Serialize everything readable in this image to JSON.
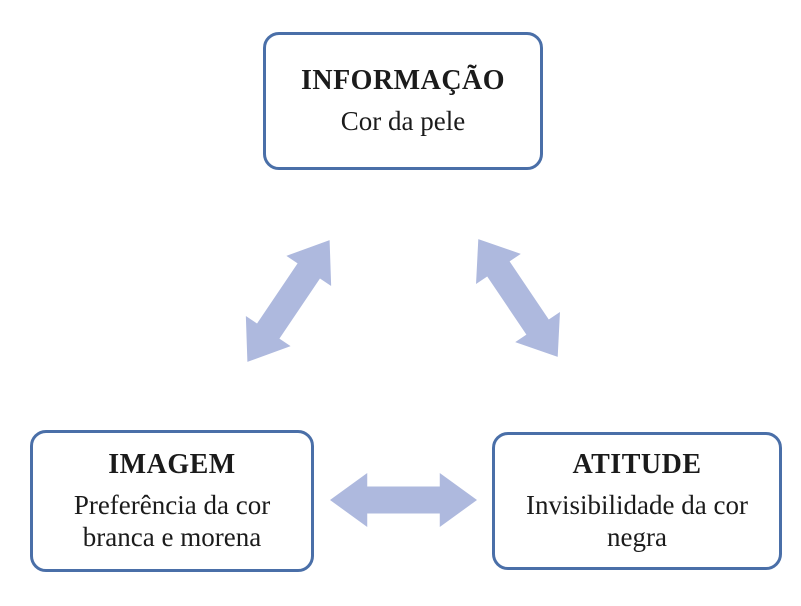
{
  "diagram": {
    "nodes": [
      {
        "id": "informacao",
        "title": "INFORMAÇÃO",
        "subtitle": "Cor da pele"
      },
      {
        "id": "imagem",
        "title": "IMAGEM",
        "subtitle": "Preferência da cor branca e morena"
      },
      {
        "id": "atitude",
        "title": "ATITUDE",
        "subtitle": "Invisibilidade da cor negra"
      }
    ],
    "connections": [
      {
        "from": "imagem",
        "to": "informacao",
        "type": "bidirectional"
      },
      {
        "from": "informacao",
        "to": "atitude",
        "type": "bidirectional"
      },
      {
        "from": "imagem",
        "to": "atitude",
        "type": "bidirectional"
      }
    ],
    "colors": {
      "box_border": "#4a6fa8",
      "arrow_fill": "#aeb9de",
      "text": "#1b1b1b",
      "background": "#ffffff"
    }
  }
}
